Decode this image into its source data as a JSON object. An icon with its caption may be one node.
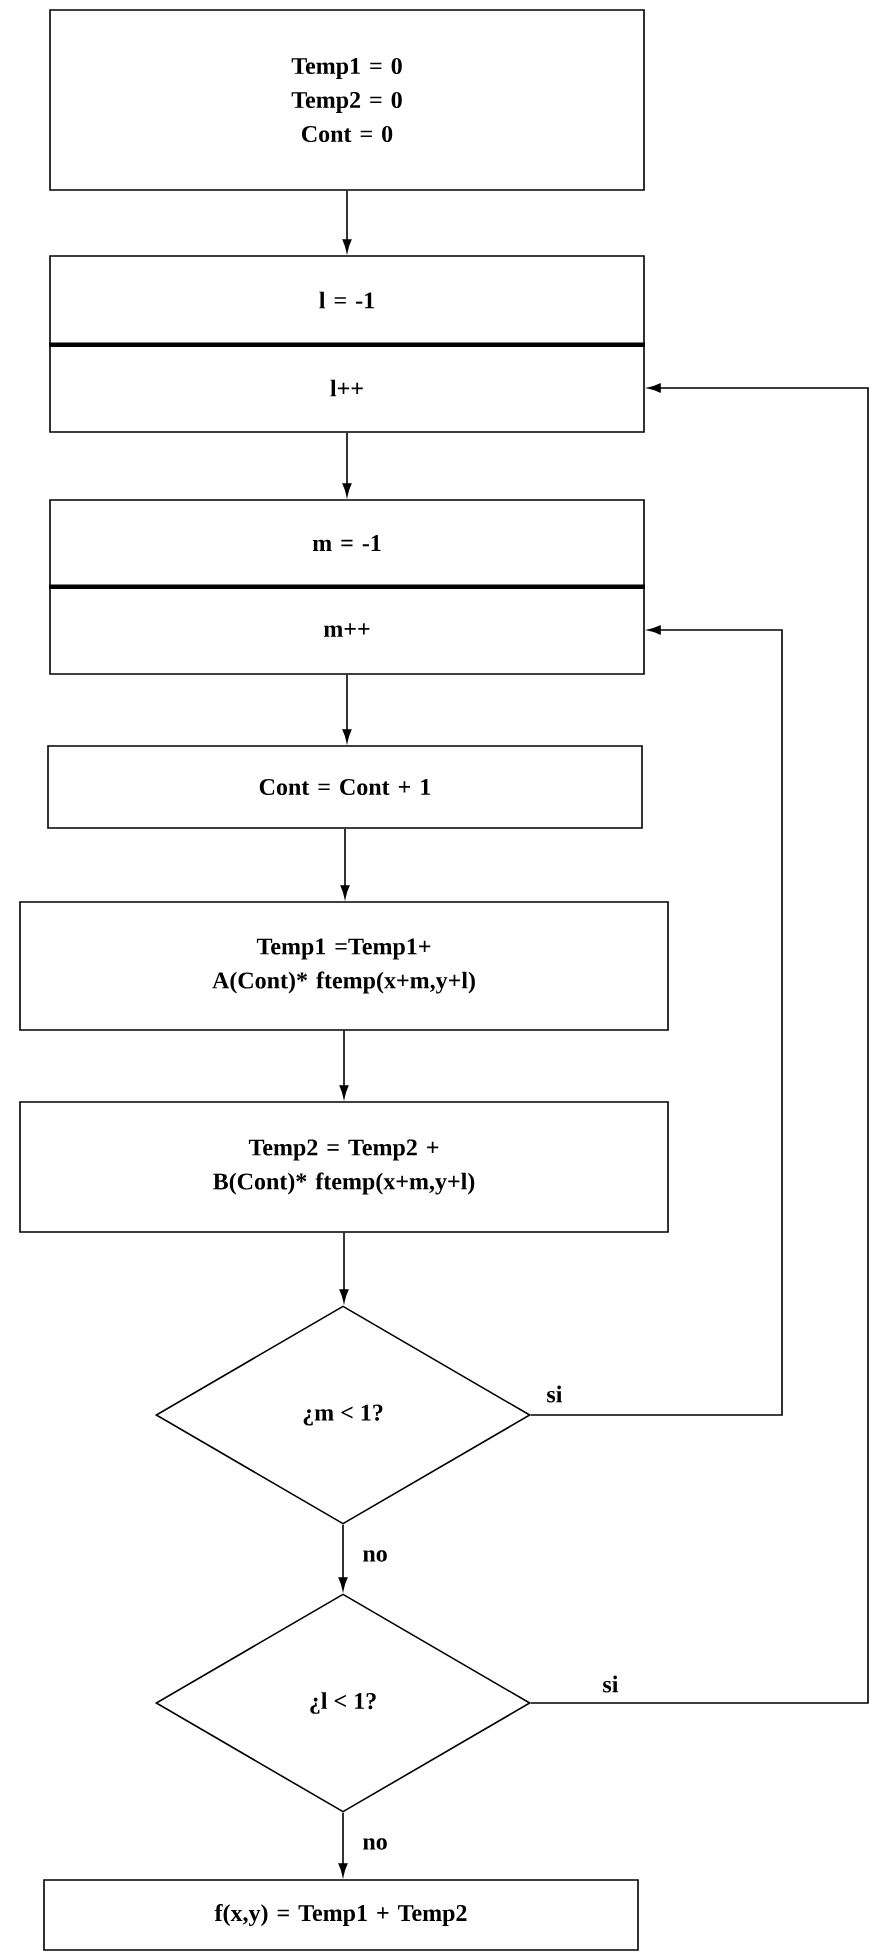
{
  "diagram": {
    "nodes": [
      {
        "text": [
          "Temp1 = 0 Temp2 = 0 Cont = 0"
        ]
      },
      {
        "text": [
          "l = -1"
        ]
      },
      {
        "text": [
          "l++"
        ]
      },
      {
        "text": [
          "m = -1"
        ]
      },
      {
        "text": [
          "m++"
        ]
      },
      {
        "text": [
          "Cont = Cont + 1"
        ]
      },
      {
        "text": [
          "Temp1 =Temp1+ A(Cont)* ftemp(x+m,y+l)"
        ]
      },
      {
        "text": [
          "Temp2 = Temp2 + B(Cont)* ftemp(x+m,y+l)"
        ]
      },
      {
        "text": [
          "¿m < 1?"
        ]
      },
      {
        "text": [
          "¿l < 1?"
        ]
      },
      {
        "text": [
          "f(x,y) = Temp1 + Temp2"
        ]
      }
    ],
    "edges": [
      {
        "from": 0,
        "to": 1,
        "arrow": "to"
      },
      {
        "from": 2,
        "to": 3,
        "arrow": "to"
      },
      {
        "from": 4,
        "to": 5,
        "arrow": "to"
      },
      {
        "from": 5,
        "to": 6,
        "arrow": "to"
      },
      {
        "from": 6,
        "to": 7,
        "arrow": "to"
      },
      {
        "from": 7,
        "to": 8,
        "arrow": "to"
      },
      {
        "from": 8,
        "to": 4,
        "arrow": "to",
        "label": "si"
      },
      {
        "from": 8,
        "to": 9,
        "arrow": "to",
        "label": "no"
      },
      {
        "from": 9,
        "to": 2,
        "arrow": "to",
        "label": "si"
      },
      {
        "from": 9,
        "to": 10,
        "arrow": "to",
        "label": "no"
      }
    ]
  }
}
